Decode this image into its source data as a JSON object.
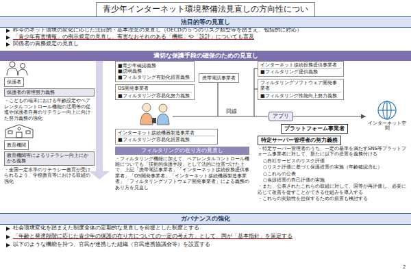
{
  "diagram": {
    "title": "青少年インターネット環境整備法見直しの方向性について",
    "nodes": [
      {
        "text": [
          "法目的等の見直し"
        ]
      },
      {
        "text": [
          "適切な保護手段の確保のための見直し"
        ]
      },
      {
        "text": [
          "保護者"
        ]
      },
      {
        "text": [
          "保護者の管理努力義務"
        ]
      },
      {
        "text": [
          "教育機関"
        ]
      },
      {
        "text": [
          "教育機関等によるリテラシー向上にかかる義務"
        ]
      },
      {
        "text": [
          "■青少年確認義務",
          "■説明義務",
          "■フィルタリング有効化措置義務"
        ]
      },
      {
        "text": [
          "携帯電話事業者"
        ]
      },
      {
        "text": [
          "OS開発事業者",
          "■フィルタリング容易化努力義務"
        ]
      },
      {
        "text": [
          "インターネット接続機器製造事業者",
          "■フィルタリング容易化措置義務"
        ]
      },
      {
        "text": [
          "フィルタリングの在り方の見直し",
          "・フィルタリング機能に加えて、ペアレンタルコントロール機能についても「技術的保護手段」として法的に位置づけた上で、上記「携帯電話事業者」「インターネット接続役務提供事業者」「OS開発事業者」「インターネット接続機器製造事業者」「フィルタリングソフトウェア開発事業者」による義務のあり方を見直し"
        ]
      },
      {
        "text": [
          "インターネット接続役務提供事業者",
          "■フィルタリング提供義務"
        ]
      },
      {
        "text": [
          "フィルタリングソフトウェア開発事業者",
          "■フィルタリング性能向上努力義務"
        ]
      },
      {
        "text": [
          "アプリ"
        ]
      },
      {
        "text": [
          "プラットフォーム事業者"
        ]
      },
      {
        "text": [
          "インターネット空間"
        ]
      },
      {
        "text": [
          "特定サーバー管理者の努力義務"
        ]
      },
      {
        "text": [
          "ガバナンスの強化"
        ]
      }
    ],
    "edges": [
      {
        "from": 13,
        "to": 15,
        "arrow": "to"
      }
    ],
    "labels": [
      "昨今のネット環境の変化に応じた法目的・基本理念の見直し（OECDの５つのリスク類型等を踏まえ、包括的に対応）",
      "「青少年有害情報」の例示規定の見直し、有害なおそれのある「機能」や「設計」についても言及",
      "関係者の責務規定の見直し",
      "・こどもの端末における年齢設定やペアレンタルコントロール機能の活用等の促進や保護者自身のリテラシー向上に向けた努力義務の強化",
      "・全国一定水準のリテラシー教育が受けられるよう、学校教育等における取組の強化",
      "回線",
      "・特定サーバー管理者のうち、一定の基準を満たすSNS等プラットフォーム事業者に対して、新たに以下の措置を義務付ける",
      "○自社サービスのリスク評価",
      "○リスク評価に基づく保護措置の実施（年齢確認含む）",
      "○これらの公表",
      "○当該措置の自己評価の実施",
      "・また、公表されたこれらの取組に対して、国等が再評価し、必要に応じて改善を促すことができる仕組みを導入する",
      "・これらの実効性を担保するための措置も検討する",
      "社会環境変化を踏まえた制度全体の定期的な見直しを前提とした制度とする",
      "「年齢と発達段階に応じた青少年の保護の在り方についての一定の考え方」として、国が「基本指針」を策定する",
      "以下のような機能を持つ、官民が連携した組織（官民連携協議会等）を設置する",
      "2"
    ]
  }
}
